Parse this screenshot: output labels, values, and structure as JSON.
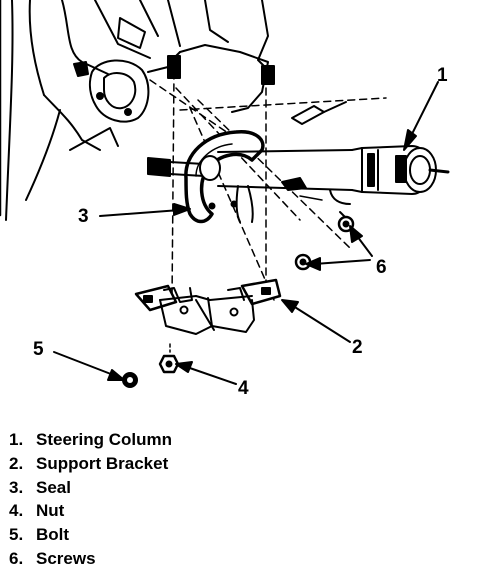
{
  "callouts": {
    "c1": "1",
    "c2": "2",
    "c3": "3",
    "c4": "4",
    "c5": "5",
    "c6": "6"
  },
  "legend": [
    {
      "number": "1.",
      "label": "Steering Column"
    },
    {
      "number": "2.",
      "label": "Support Bracket"
    },
    {
      "number": "3.",
      "label": "Seal"
    },
    {
      "number": "4.",
      "label": "Nut"
    },
    {
      "number": "5.",
      "label": "Bolt"
    },
    {
      "number": "6.",
      "label": "Screws"
    }
  ]
}
